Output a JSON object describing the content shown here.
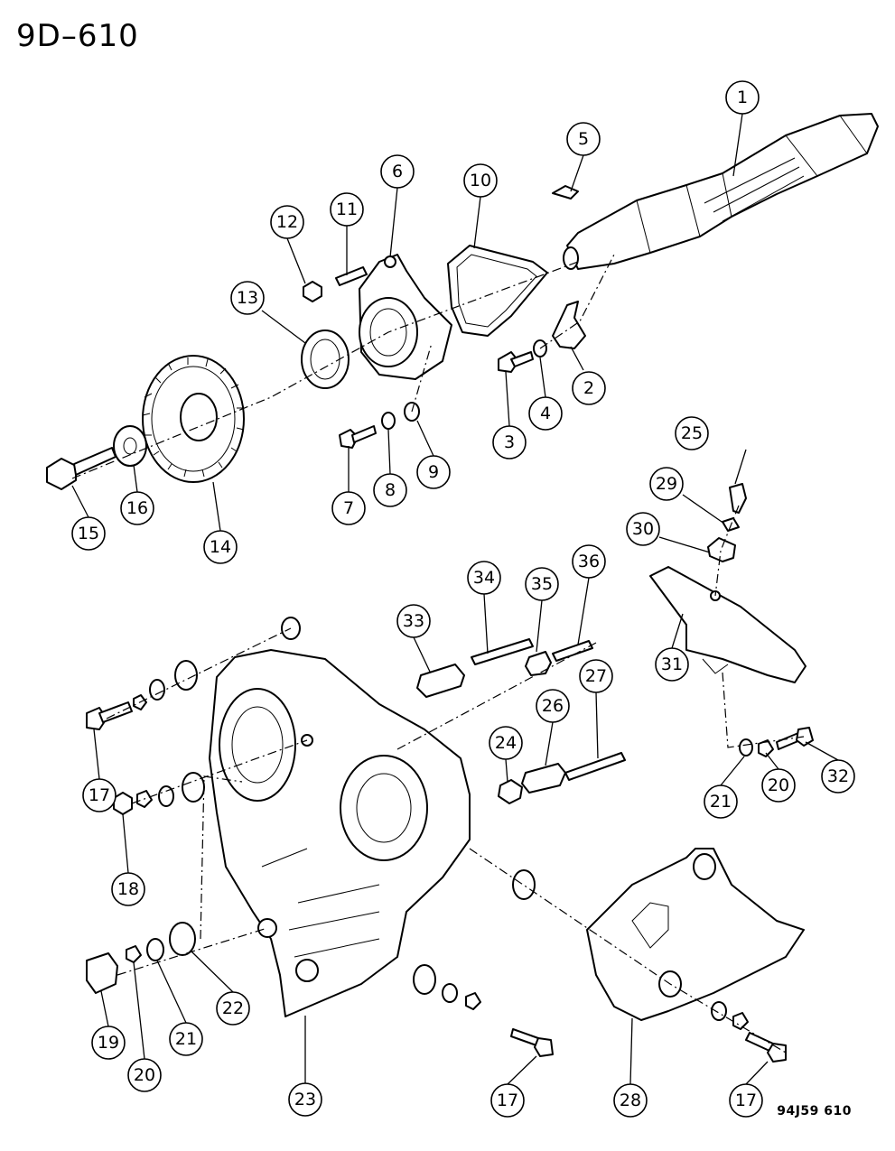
{
  "page_code": "9D–610",
  "drawing_id": "94J59 610",
  "callouts": [
    {
      "label": "1"
    },
    {
      "label": "2"
    },
    {
      "label": "3"
    },
    {
      "label": "4"
    },
    {
      "label": "5"
    },
    {
      "label": "6"
    },
    {
      "label": "7"
    },
    {
      "label": "8"
    },
    {
      "label": "9"
    },
    {
      "label": "10"
    },
    {
      "label": "11"
    },
    {
      "label": "12"
    },
    {
      "label": "13"
    },
    {
      "label": "14"
    },
    {
      "label": "15"
    },
    {
      "label": "16"
    },
    {
      "label": "17"
    },
    {
      "label": "18"
    },
    {
      "label": "19"
    },
    {
      "label": "20"
    },
    {
      "label": "21"
    },
    {
      "label": "22"
    },
    {
      "label": "23"
    },
    {
      "label": "24"
    },
    {
      "label": "25"
    },
    {
      "label": "26"
    },
    {
      "label": "27"
    },
    {
      "label": "28"
    },
    {
      "label": "29"
    },
    {
      "label": "30"
    },
    {
      "label": "31"
    },
    {
      "label": "32"
    },
    {
      "label": "33"
    },
    {
      "label": "34"
    },
    {
      "label": "35"
    },
    {
      "label": "36"
    },
    {
      "label": "17"
    },
    {
      "label": "17"
    },
    {
      "label": "17"
    },
    {
      "label": "20"
    },
    {
      "label": "21"
    }
  ]
}
